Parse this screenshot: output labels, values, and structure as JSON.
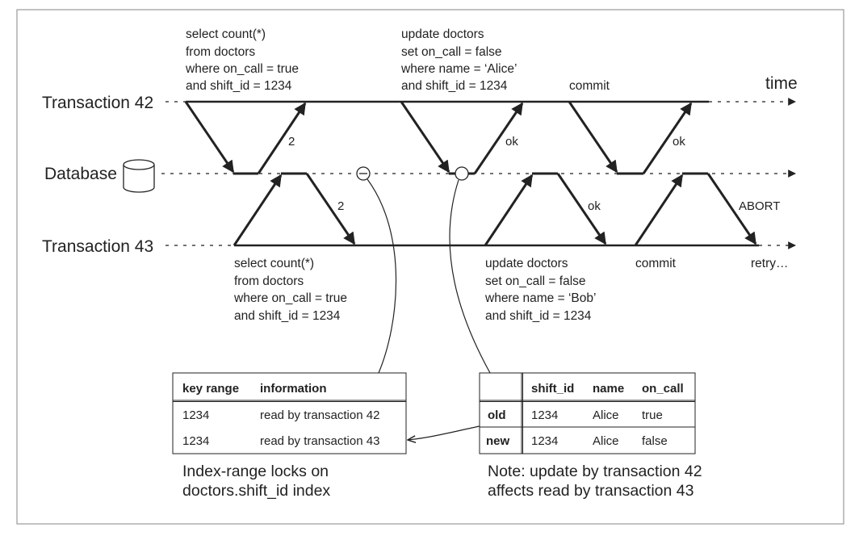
{
  "lanes": {
    "t42": "Transaction 42",
    "db": "Database",
    "t43": "Transaction 43",
    "time": "time"
  },
  "queries": {
    "t42_select": [
      "select count(*)",
      "from doctors",
      "where on_call = true",
      "and shift_id = 1234"
    ],
    "t42_update": [
      "update doctors",
      "set on_call = false",
      "where name = ‘Alice’",
      "and shift_id = 1234"
    ],
    "t42_commit": "commit",
    "t43_select": [
      "select count(*)",
      "from doctors",
      "where on_call = true",
      "and shift_id = 1234"
    ],
    "t43_update": [
      "update doctors",
      "set on_call = false",
      "where name = ‘Bob’",
      "and shift_id = 1234"
    ],
    "t43_commit": "commit",
    "t43_retry": "retry…"
  },
  "responses": {
    "t42_count": "2",
    "t42_update_ok": "ok",
    "t42_commit_ok": "ok",
    "t43_count": "2",
    "t43_update_ok": "ok",
    "t43_abort": "ABORT"
  },
  "lock_table": {
    "headers": [
      "key range",
      "information"
    ],
    "rows": [
      [
        "1234",
        "read by transaction 42"
      ],
      [
        "1234",
        "read by transaction 43"
      ]
    ],
    "caption": [
      "Index-range locks on",
      "doctors.shift_id index"
    ]
  },
  "row_table": {
    "headers": [
      "",
      "shift_id",
      "name",
      "on_call"
    ],
    "rows": [
      [
        "old",
        "1234",
        "Alice",
        "true"
      ],
      [
        "new",
        "1234",
        "Alice",
        "false"
      ]
    ],
    "caption": [
      "Note: update by transaction 42",
      "affects read by transaction 43"
    ]
  },
  "icons": {
    "database": "database-cylinder-icon"
  }
}
